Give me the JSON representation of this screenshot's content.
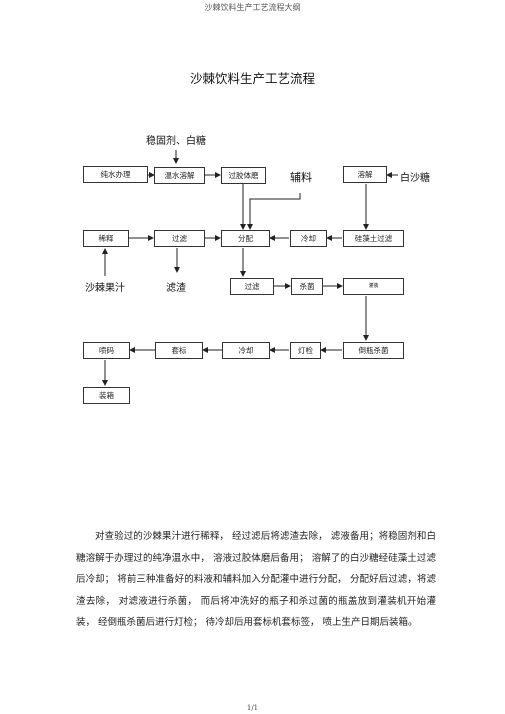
{
  "header": {
    "text": "沙棘饮料生产工艺流程大纲"
  },
  "title": "沙棘饮料生产工艺流程",
  "diagram": {
    "boxes": {
      "pure_water": "纯水办理",
      "warm_water": "温水溶解",
      "colloid_mill": "过胶体磨",
      "dissolve": "溶解",
      "dilute": "稀释",
      "filter1": "过滤",
      "blend": "分配",
      "cool1": "冷却",
      "diatom_filter": "硅藻土过滤",
      "filter2": "过滤",
      "sterilize1": "杀菌",
      "fill": "灌装",
      "spray": "喷码",
      "label": "套标",
      "cool2": "冷却",
      "lamp_check": "灯检",
      "invert_sterilize": "倒瓶杀菌",
      "pack": "装箱"
    },
    "labels": {
      "stabilizer_sugar": "稳固剂、白糖",
      "auxiliary": "辅料",
      "white_sugar": "白沙糖",
      "juice": "沙棘果汁",
      "residue": "滤渣"
    }
  },
  "body_text": "对查验过的沙棘果汁进行稀释， 经过滤后将滤渣去除， 滤液备用；将稳固剂和白糖溶解于办理过的纯净温水中， 溶液过胶体磨后备用； 溶解了的白沙糖经硅藻土过滤后冷却； 将前三种准备好的料液和辅料加入分配灌中进行分配， 分配好后过滤，将滤渣去除， 对滤液进行杀菌， 而后将冲洗好的瓶子和杀过菌的瓶盖放到灌装机开始灌装， 经倒瓶杀菌后进行灯检； 待冷却后用套标机套标签， 喷上生产日期后装箱。",
  "footer": {
    "page": "1/1"
  }
}
